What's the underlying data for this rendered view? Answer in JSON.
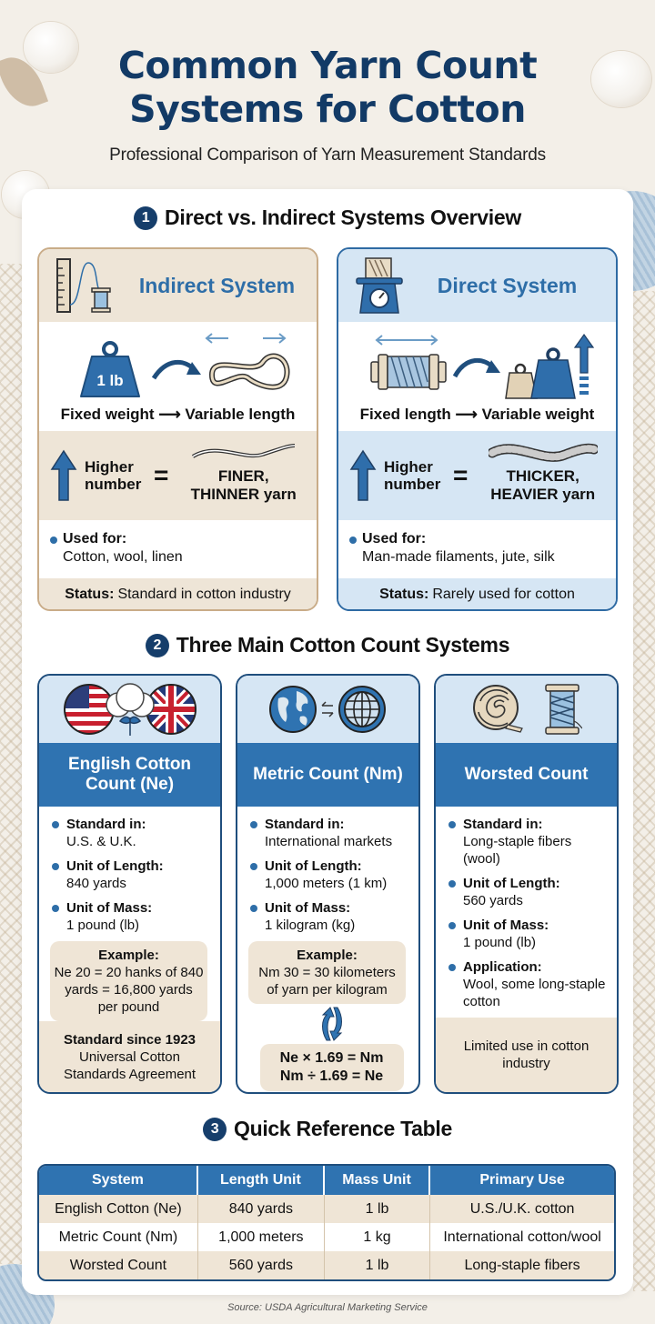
{
  "header": {
    "title_line1": "Common Yarn Count",
    "title_line2": "Systems for Cotton",
    "subtitle": "Professional Comparison of Yarn Measurement Standards"
  },
  "colors": {
    "navy": "#123a66",
    "accent_blue": "#2f73b1",
    "beige": "#efe5d6",
    "light_blue": "#d6e6f4"
  },
  "section1": {
    "number": "1",
    "title": "Direct vs. Indirect Systems Overview",
    "indirect": {
      "title": "Indirect System",
      "icons": [
        "ruler-icon",
        "thread-spool-icon"
      ],
      "weight_label": "1 lb",
      "caption": "Fixed weight ⟶ Variable length",
      "rule_higher": "Higher number",
      "rule_eq": "=",
      "rule_result_line1": "FINER,",
      "rule_result_line2": "THINNER yarn",
      "used_label": "Used for:",
      "used_value": "Cotton, wool, linen",
      "status_label": "Status:",
      "status_value": "Standard in cotton industry"
    },
    "direct": {
      "title": "Direct System",
      "icons": [
        "scale-icon",
        "spool-icon"
      ],
      "caption": "Fixed length ⟶ Variable weight",
      "rule_higher": "Higher number",
      "rule_eq": "=",
      "rule_result_line1": "THICKER,",
      "rule_result_line2": "HEAVIER yarn",
      "used_label": "Used for:",
      "used_value": "Man-made filaments, jute, silk",
      "status_label": "Status:",
      "status_value": "Rarely used for cotton"
    }
  },
  "section2": {
    "number": "2",
    "title": "Three Main Cotton Count Systems",
    "cards": [
      {
        "title": "English Cotton Count (Ne)",
        "icons": [
          "us-flag-icon",
          "cotton-boll-icon",
          "uk-flag-icon"
        ],
        "items": [
          {
            "label": "Standard in:",
            "value": "U.S. & U.K."
          },
          {
            "label": "Unit of Length:",
            "value": "840 yards"
          },
          {
            "label": "Unit of Mass:",
            "value": "1 pound (lb)"
          }
        ],
        "example_label": "Example:",
        "example_text": "Ne 20 = 20 hanks of 840 yards = 16,800 yards per pound",
        "footer_bold": "Standard since 1923",
        "footer_text": "Universal Cotton Standards Agreement"
      },
      {
        "title": "Metric Count (Nm)",
        "icons": [
          "globe-icon",
          "exchange-icon",
          "world-grid-icon"
        ],
        "items": [
          {
            "label": "Standard in:",
            "value": "International markets"
          },
          {
            "label": "Unit of Length:",
            "value": "1,000 meters (1 km)"
          },
          {
            "label": "Unit of Mass:",
            "value": "1 kilogram (kg)"
          }
        ],
        "example_label": "Example:",
        "example_text": "Nm 30 = 30 kilometers of yarn per kilogram",
        "formula_line1": "Ne × 1.69 = Nm",
        "formula_line2": "Nm ÷ 1.69 = Ne"
      },
      {
        "title": "Worsted Count",
        "icons": [
          "yarn-ball-icon",
          "thread-spool-icon"
        ],
        "items": [
          {
            "label": "Standard in:",
            "value": "Long-staple fibers (wool)"
          },
          {
            "label": "Unit of Length:",
            "value": "560 yards"
          },
          {
            "label": "Unit of Mass:",
            "value": "1 pound (lb)"
          },
          {
            "label": "Application:",
            "value": "Wool, some long-staple cotton"
          }
        ],
        "footer_text": "Limited use in cotton industry"
      }
    ]
  },
  "section3": {
    "number": "3",
    "title": "Quick Reference Table",
    "columns": [
      "System",
      "Length Unit",
      "Mass Unit",
      "Primary Use"
    ],
    "rows": [
      [
        "English Cotton (Ne)",
        "840 yards",
        "1 lb",
        "U.S./U.K. cotton"
      ],
      [
        "Metric Count (Nm)",
        "1,000 meters",
        "1 kg",
        "International cotton/wool"
      ],
      [
        "Worsted Count",
        "560 yards",
        "1 lb",
        "Long-staple fibers"
      ]
    ]
  },
  "source": "Source: USDA Agricultural Marketing Service"
}
